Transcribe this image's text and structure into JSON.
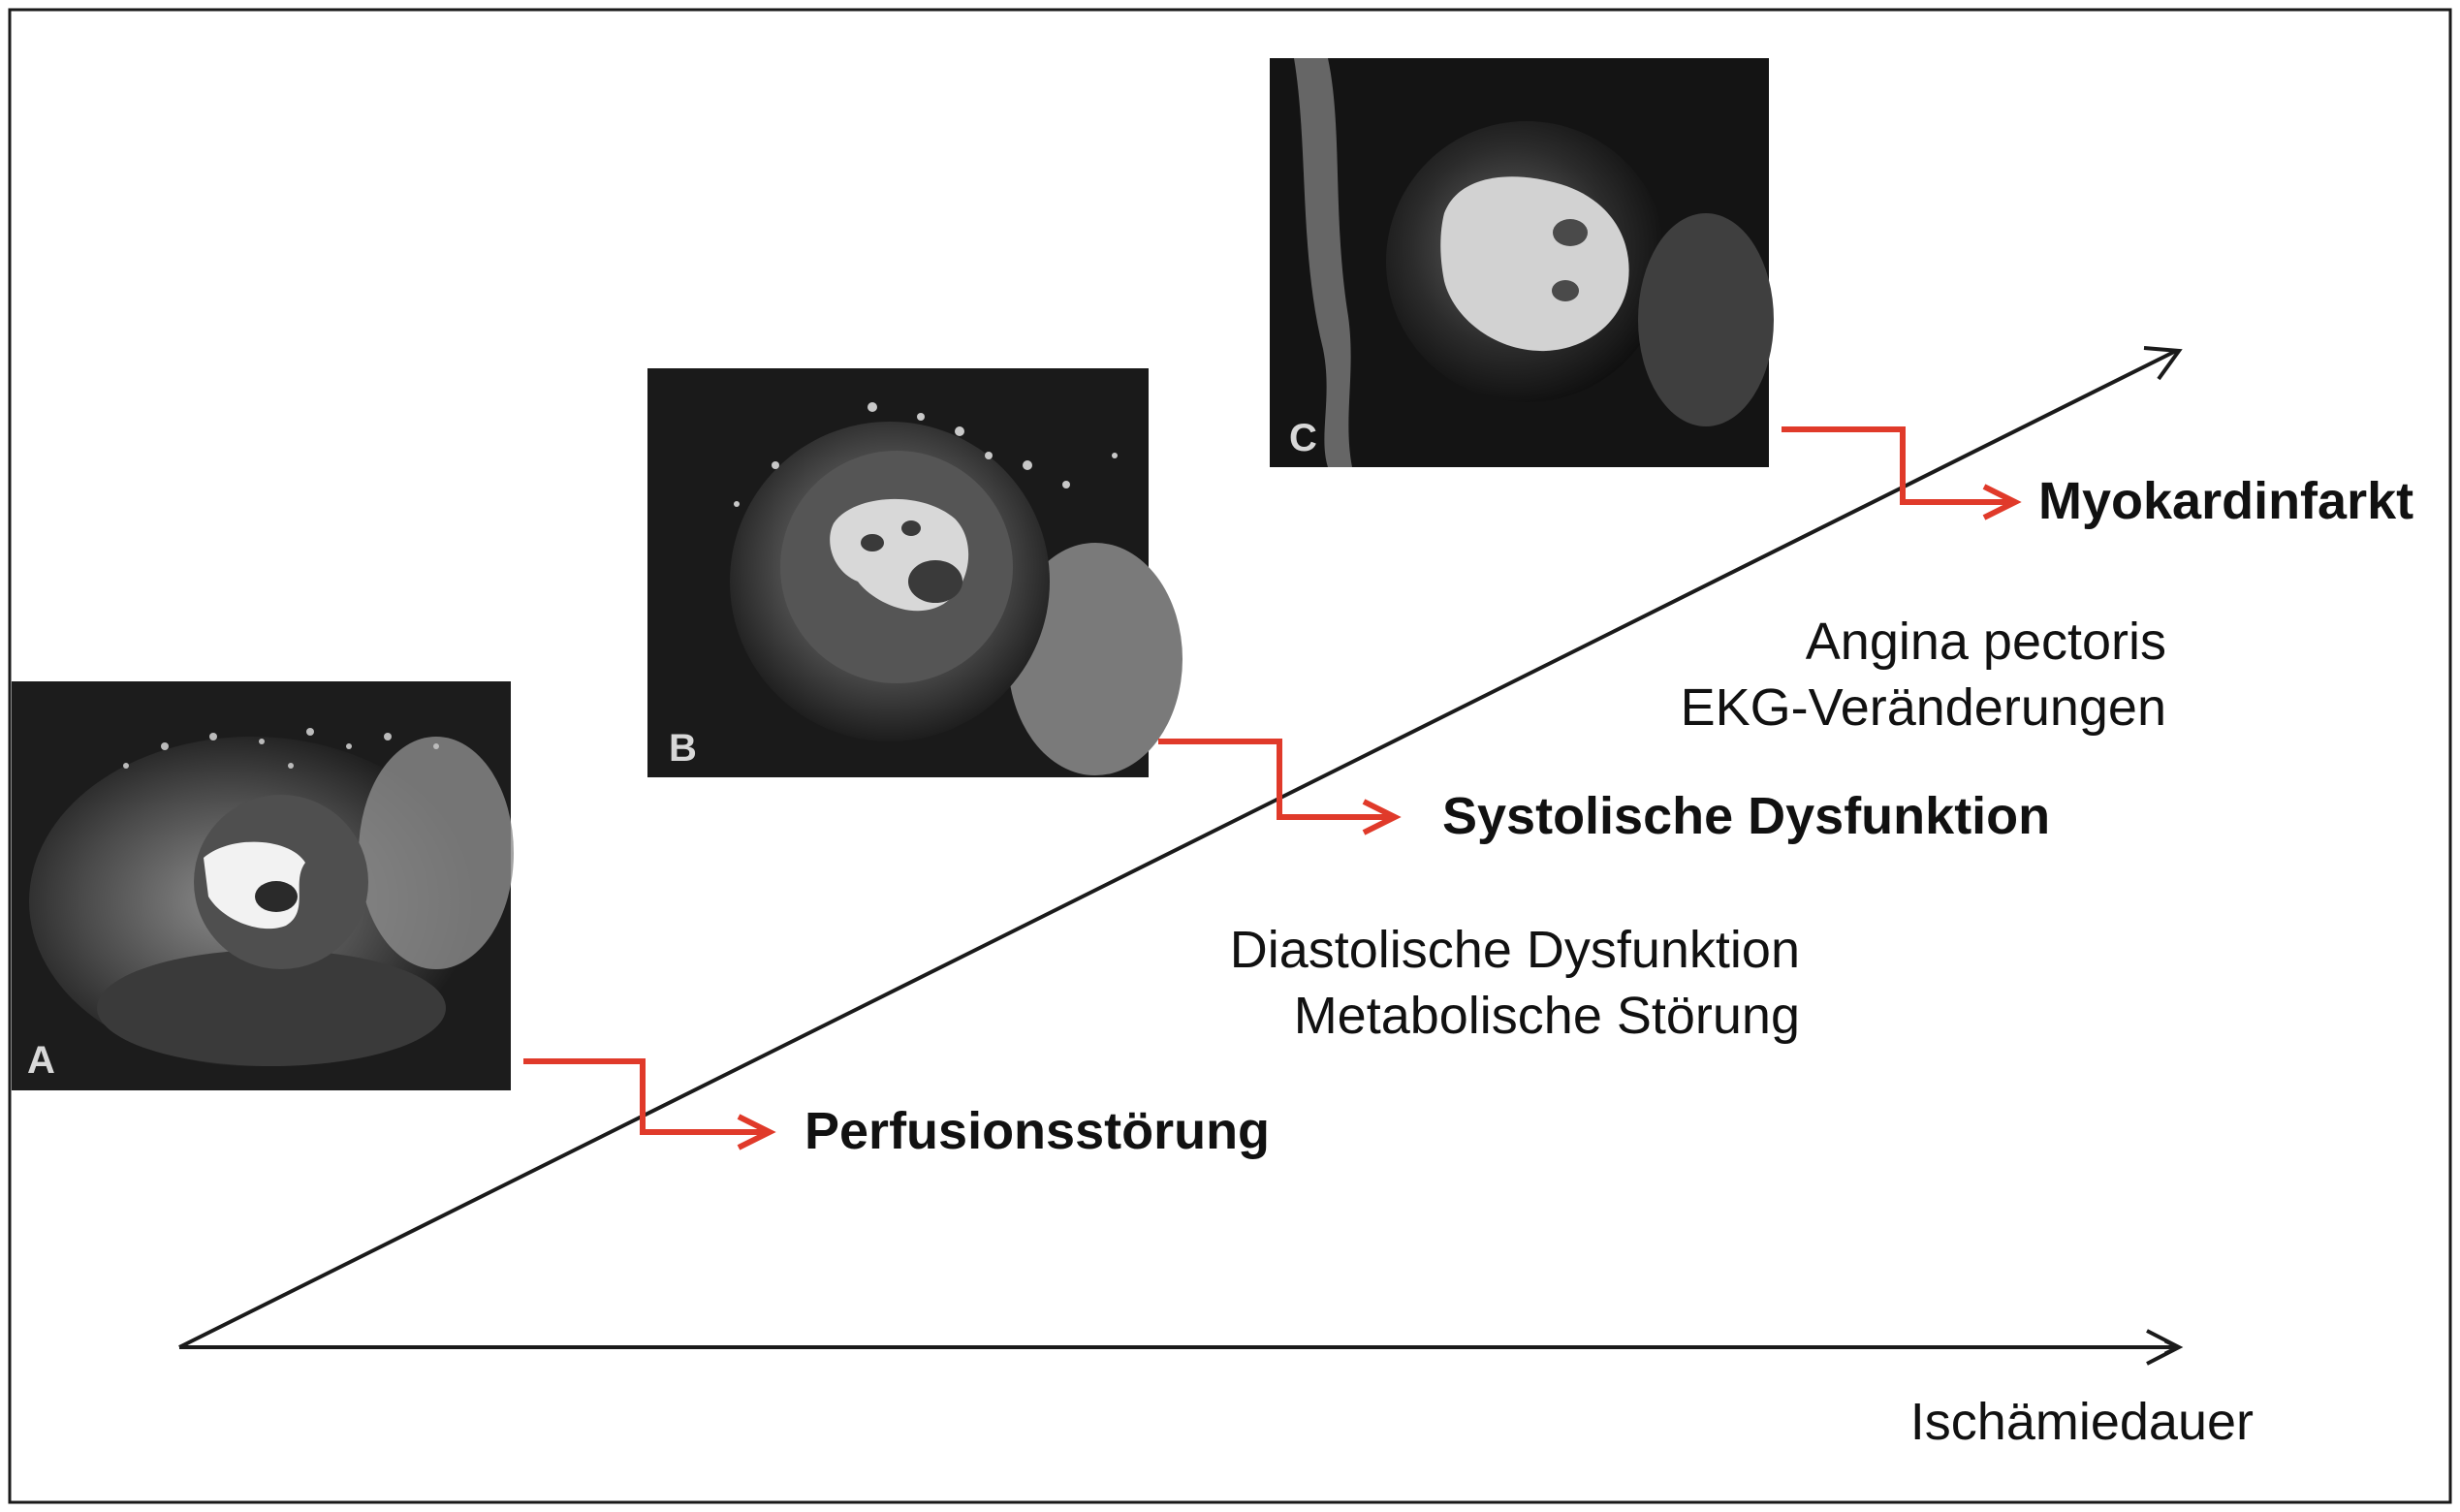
{
  "colors": {
    "axis": "#1a1a1a",
    "connector": "#e03a2a",
    "panel_bg": "#1c1c1c",
    "text": "#111111"
  },
  "axes": {
    "x_label": "Ischämiedauer"
  },
  "panels": [
    {
      "letter": "A",
      "description_icon": "mri-short-axis-heart-icon"
    },
    {
      "letter": "B",
      "description_icon": "mri-short-axis-heart-icon"
    },
    {
      "letter": "C",
      "description_icon": "mri-short-axis-heart-icon"
    }
  ],
  "stages": {
    "perfusion": "Perfusionsstörung",
    "systolic": "Systolische Dysfunktion",
    "infarct": "Myokardinfarkt"
  },
  "intermediate": {
    "lower_line1": "Diastolische Dysfunktion",
    "lower_line2": "Metabolische Störung",
    "upper_line1": "Angina pectoris",
    "upper_line2": "EKG-Veränderungen"
  }
}
